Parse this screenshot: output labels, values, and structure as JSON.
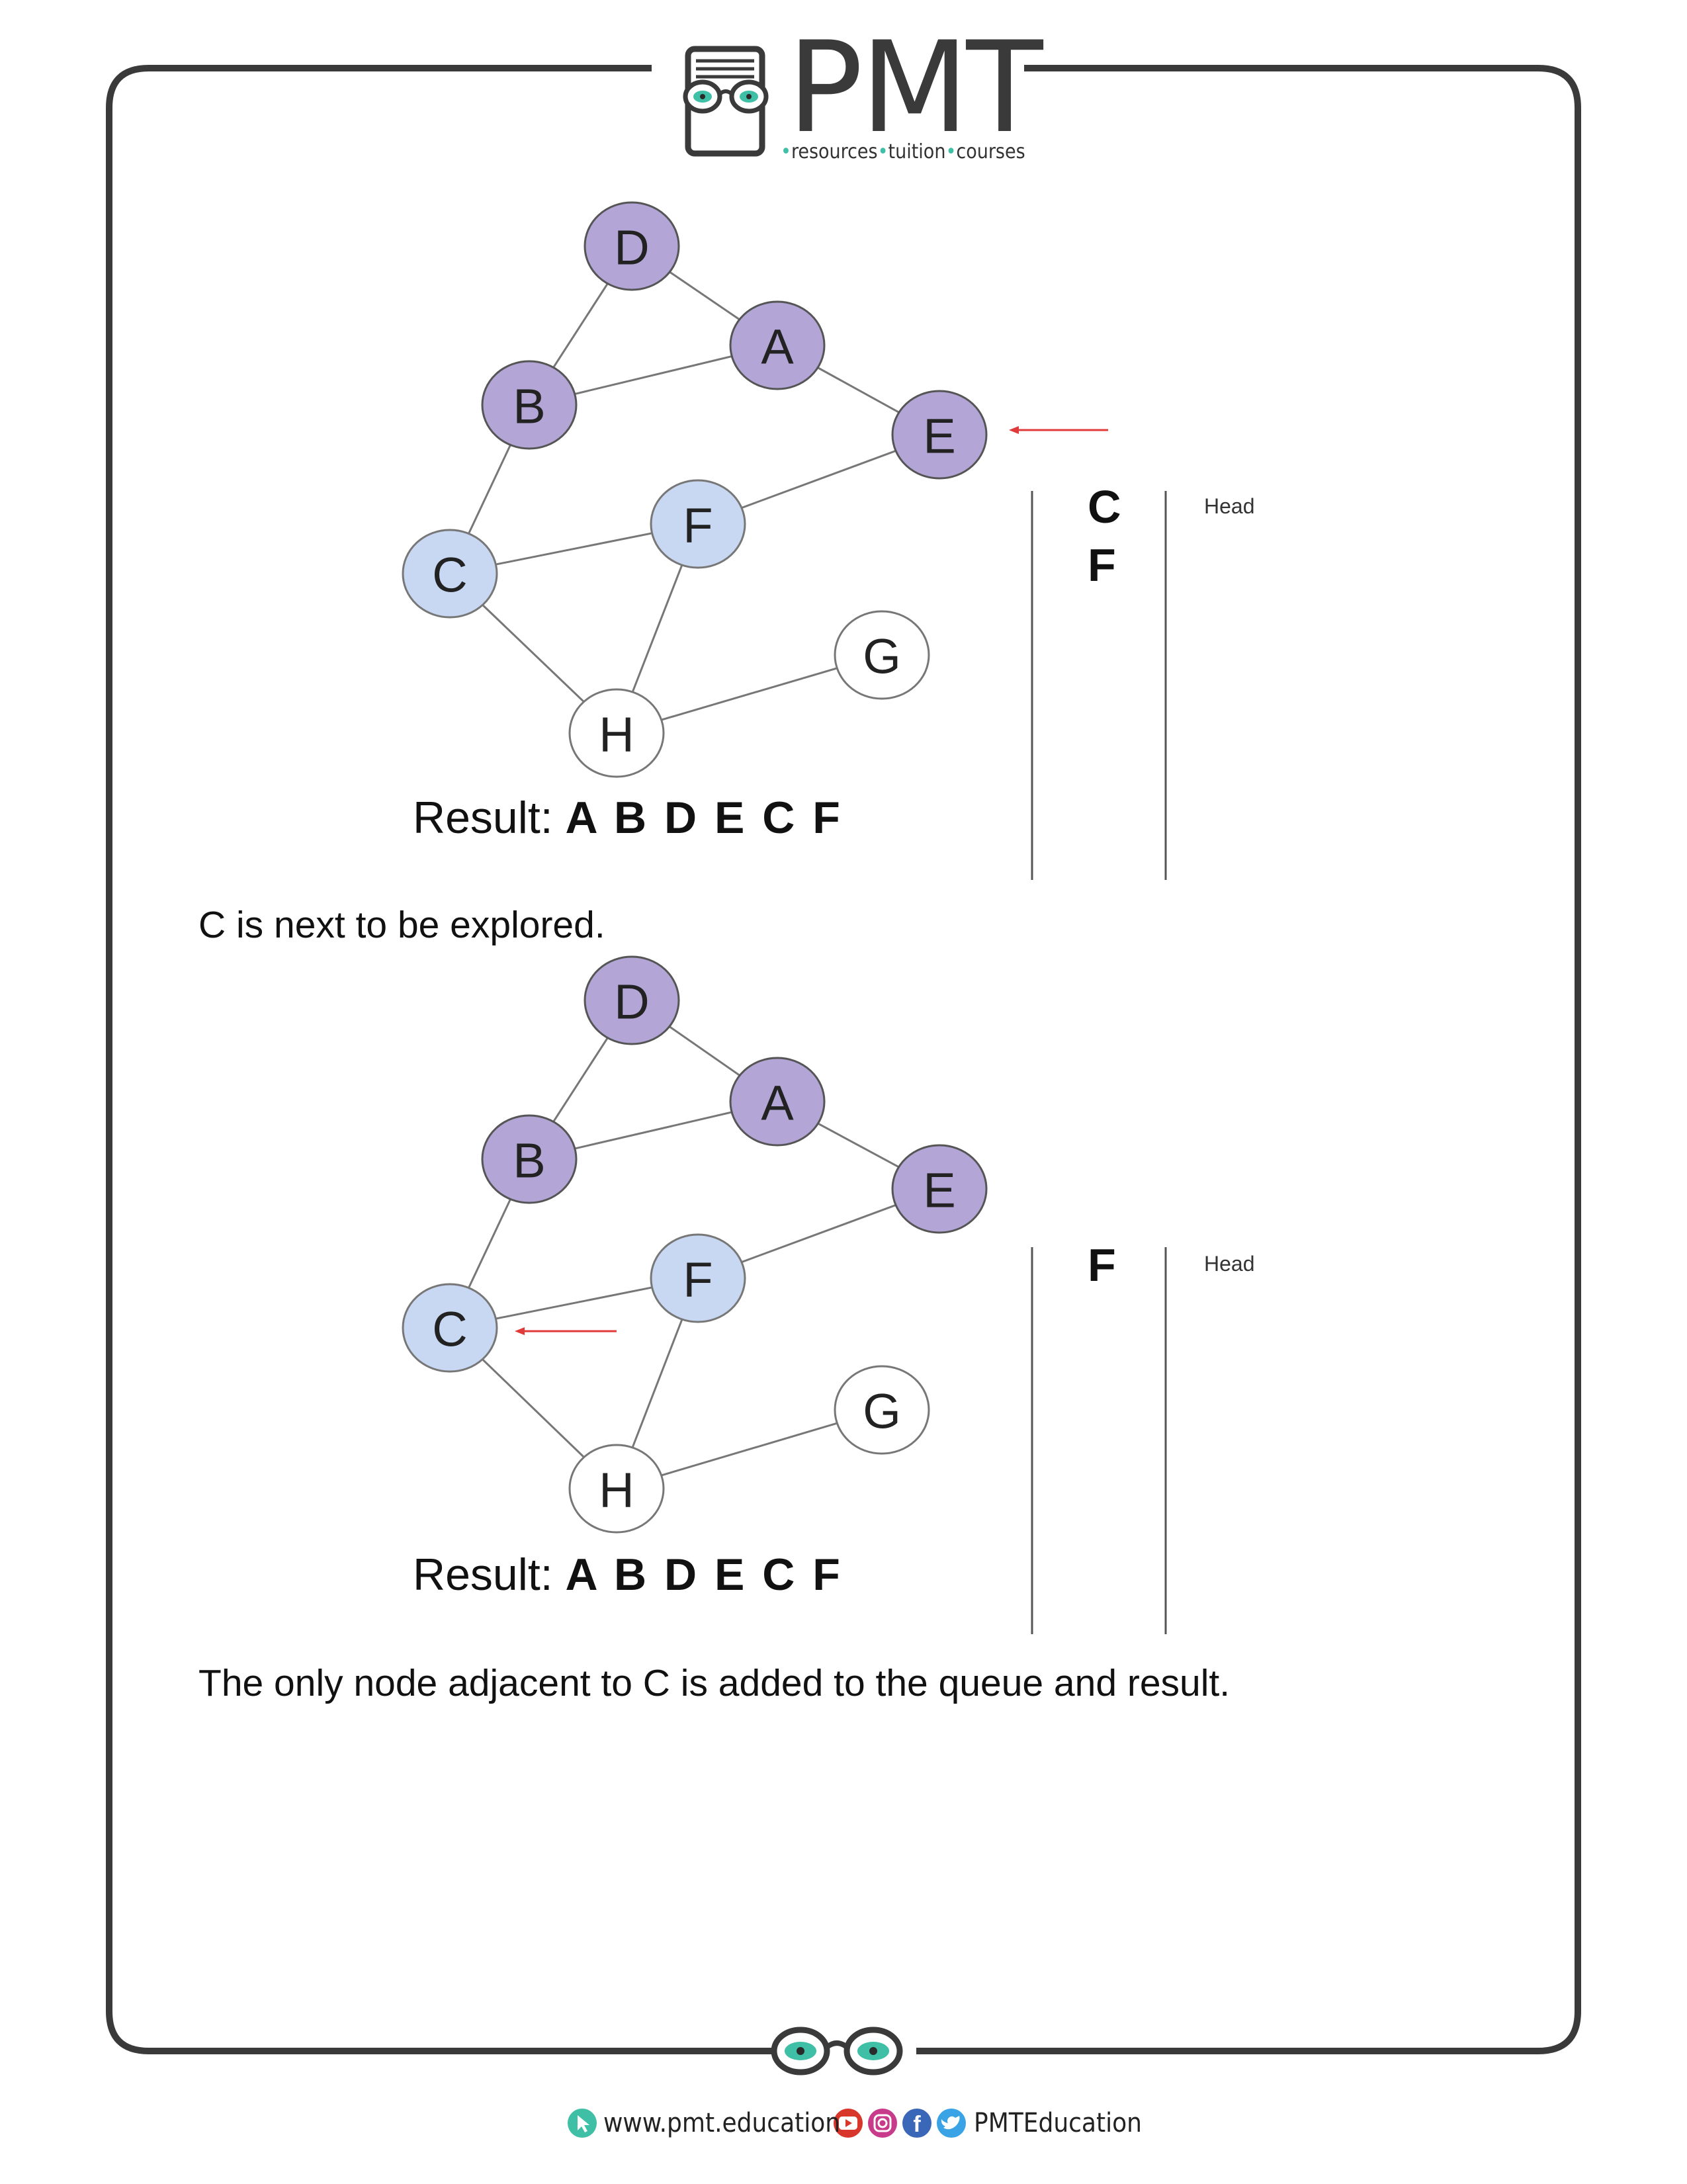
{
  "header": {
    "logo_text": "PMT",
    "logo_tagline_parts": [
      "resources",
      "tuition",
      "courses"
    ]
  },
  "graphs": [
    {
      "result_prefix": "Result: ",
      "result_values": "A B D E C F",
      "queue": [
        "C",
        "F"
      ],
      "head_label": "Head"
    },
    {
      "result_prefix": "Result: ",
      "result_values": "A B D E C F",
      "queue": [
        "F"
      ],
      "head_label": "Head"
    }
  ],
  "captions": {
    "after_first": "C is next to be explored.",
    "after_second": "The only node adjacent to C is added to the queue and result."
  },
  "nodes": [
    "D",
    "A",
    "B",
    "E",
    "F",
    "C",
    "G",
    "H"
  ],
  "colors": {
    "visited": "#b3a6d6",
    "queued": "#c9d8f2",
    "unvisited": "#ffffff",
    "arrow": "#e03a3a",
    "frame": "#3a3a3a",
    "accent": "#3fbfa6"
  },
  "footer": {
    "website": "www.pmt.education",
    "handle": "PMTEducation",
    "icons": [
      "cursor-icon",
      "youtube-icon",
      "instagram-icon",
      "facebook-icon",
      "twitter-icon"
    ]
  }
}
